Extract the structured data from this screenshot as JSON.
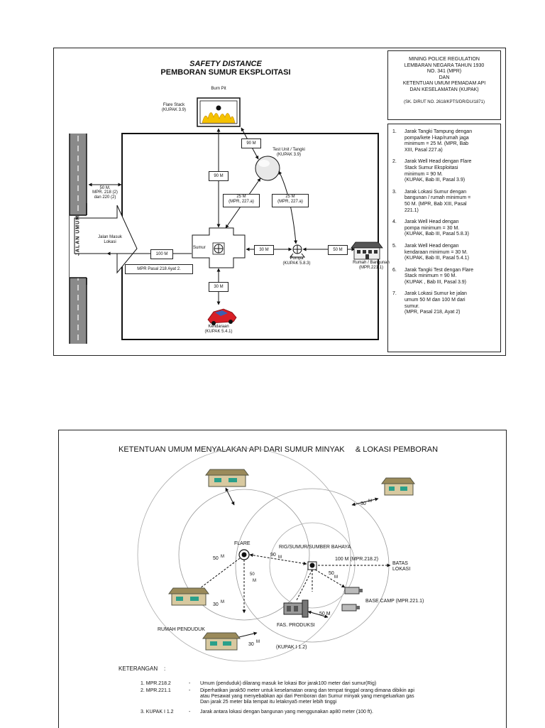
{
  "top": {
    "title_line1": "SAFETY DISTANCE",
    "title_line2": "PEMBORAN SUMUR EKSPLOITASI",
    "side_header": {
      "l1": "MINING POLICE REGULATION",
      "l2": "LEMBARAN NEGARA TAHUN 1930",
      "l3": "NO. 341 (MPR)",
      "l4": "DAN",
      "l5": "KETENTUAN UMUM PEMADAM API",
      "l6": "DAN KESELAMATAN (KUPAK)",
      "l7": "(SK. DIRUT NO. 2618/KPTS/DR/DU/1871)"
    },
    "rules": [
      {
        "num": "1.",
        "text": "Jarak Tangki Tampung dengan\npompa/kete l-kap/rumah jaga\nminimum = 25 M. (MPR, Bab\nXIII, Pasal 227.a)"
      },
      {
        "num": "2.",
        "text": "Jarak Well Head dengan Flare\nStack Sumur Eksploitasi\nminimum = 90 M.\n(KUPAK, Bab III, Pasal 3.9)"
      },
      {
        "num": "3.",
        "text": "Jarak Lokasi Sumur dengan\nbangunan / rumah minimum =\n50 M. (MPR, Bab XIII, Pasal\n221.1)"
      },
      {
        "num": "4.",
        "text": "Jarak Well Head dengan\npompa minimum = 30 M.\n(KUPAK, Bab III, Pasal 5.8.3)"
      },
      {
        "num": "5.",
        "text": "Jarak Well Head dengan\nkendaraan minimum = 30 M.\n(KUPAK, Bab III, Pasal 5.4.1)"
      },
      {
        "num": "6.",
        "text": "Jarak Tangki Test dengan Flare\nStack minimum = 90 M.\n(KUPAK , Bab III, Pasal 3.9)"
      },
      {
        "num": "7.",
        "text": "Jarak Lokasi Sumur ke jalan\numum 50 M dan 100 M dari\nsumur.\n(MPR, Pasal 218, Ayat 2)"
      }
    ],
    "labels": {
      "burn_pit": "Burn Pit",
      "flare_stack": "Flare Stack",
      "flare_stack_ref": "(KUPAK 3.9)",
      "test_unit": "Test Unit / Tangki",
      "test_unit_ref": "(KUPAK 3.9)",
      "d90_top": "90 M",
      "d90_mid": "90 M",
      "d25_left": "25 M",
      "d25_left_ref": "(MPR, 227.a)",
      "d25_right": "25 M",
      "d25_right_ref": "(MPR, 227.a)",
      "sumur": "Sumur",
      "d30_pump": "30 M",
      "pompa": "Pompa",
      "pompa_ref": "(KUPAK 5.8.3)",
      "d50_house": "50 M",
      "rumah": "Rumah / Bangunan",
      "rumah_ref": "(MPR.221.1)",
      "d100": "100 M",
      "mpr_218": "MPR Pasal 218 Ayat 2.",
      "d30_car": "30 M",
      "kendaraan": "Kendaraan",
      "kendaraan_ref": "(KUPAK 5.4.1)",
      "jalan_masuk": "Jalan Masuk\nLokasi",
      "d50_road": "50 M.",
      "d50_road_ref": "MPR. 218 (2)\ndan 220 (2)",
      "jalan_umum": "JALAN UMUM"
    }
  },
  "bottom": {
    "title": "KETENTUAN UMUM MENYALAKAN API DARI SUMUR MINYAK     & LOKASI PEMBORAN",
    "labels": {
      "flare": "FLARE",
      "rig": "RIG/SUMUR/SUMBER BAHAYA",
      "d90": "90",
      "d90_m": "M",
      "d50_left": "50",
      "d50_left_m": "M",
      "d50_inner_a": "50",
      "d50_inner_b": "M",
      "d100": "100 M  (MPR.218.2)",
      "batas": "BATAS\nLOKASI",
      "d50_right": "50",
      "d50_right_m": "M",
      "d30_top": "30",
      "d30_top_m": "M",
      "d30_left": "30",
      "d30_left_m": "M",
      "d30_bottom": "30",
      "d30_bottom_m": "M",
      "d50_bottom": "50  M",
      "base_camp": "BASE CAMP  (MPR.221.1)",
      "rumah_penduduk": "RUMAH PENDUDUK",
      "fas_produksi": "FAS. PRODUKSI",
      "kupak": "(KUPAK I  1.2)"
    },
    "keterangan_title": "KETERANGAN    :",
    "keterangan": [
      {
        "code": "1. MPR.218.2",
        "dash": "-",
        "text": "Umum (penduduk) dilarang masuk ke lokasi Bor jarak100 meter dari sumur(Rig)"
      },
      {
        "code": "2. MPR.221.1",
        "dash": "-",
        "text": "Diperhatikan jarak50 meter untuk keselamatan orang dan tempat tinggal orang dimana dibikin api\natau Pesawat yang menyebabkan api dari Pemboran dan Sumur minyak yang mengeluarkan gas\nDan jarak 25 meter bila tempat itu letaknya5 meter lebih tinggi"
      },
      {
        "code": "3. KUPAK I  1.2",
        "dash": "-",
        "text": "Jarak antara lokasi dengan bangunan yang menggunakan ap80 meter (100 ft)."
      }
    ]
  },
  "colors": {
    "road": "#8a8a8a",
    "flame": "#f5c200",
    "car": "#d81f26",
    "house_roof": "#9a8a5a",
    "house_wall": "#d8c9a0",
    "window": "#2aa08a"
  }
}
